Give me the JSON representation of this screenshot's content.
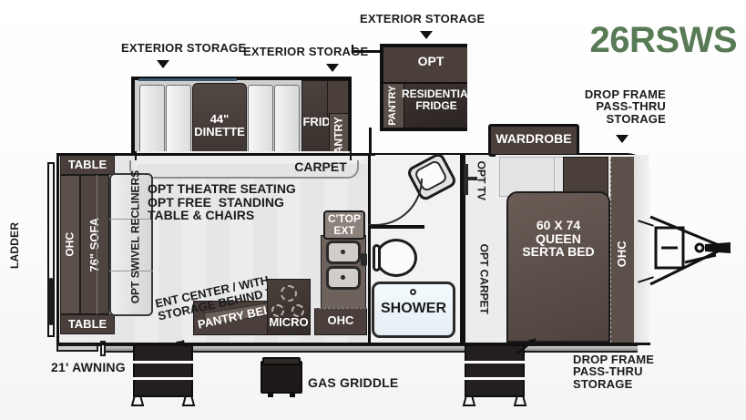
{
  "document": {
    "type": "rv-floorplan",
    "model_number": "26RSWS",
    "model_color": "#587a55"
  },
  "callouts": {
    "exterior_storage_1": "EXTERIOR STORAGE",
    "exterior_storage_2": "EXTERIOR STORAGE",
    "exterior_storage_3": "EXTERIOR STORAGE",
    "drop_frame_top": "DROP FRAME\nPASS-THRU\nSTORAGE",
    "drop_frame_bottom": "DROP FRAME\nPASS-THRU\nSTORAGE",
    "awning": "21' AWNING",
    "gas_griddle": "GAS GRIDDLE",
    "ladder": "LADDER"
  },
  "rooms": {
    "dinette": "44\"\nDINETTE",
    "fridge": "FRIDGE",
    "pantry_side": "PANTRY",
    "carpet": "CARPET",
    "opt_residential": "OPT",
    "pantry_top": "PANTRY",
    "residential_fridge": "RESIDENTIAL\nFRIDGE",
    "wardrobe": "WARDROBE",
    "bed": "60 X 74\nQUEEN\nSERTA BED",
    "ohc_bed": "OHC",
    "ohc_left": "OHC",
    "ohc_kitchen": "OHC",
    "table_top": "TABLE",
    "table_bottom": "TABLE",
    "sofa": "76\" SOFA",
    "swivel_recliners": "OPT SWIVEL RECLINERS",
    "theatre_seating": "OPT THEATRE SEATING\nOPT FREE  STANDING\nTABLE & CHAIRS",
    "ent_center": "ENT CENTER / WITH\nSTORAGE BEHIND TV",
    "pantry_below": "PANTRY BELOW",
    "micro": "MICRO",
    "ctop_ext": "C'TOP\nEXT",
    "shower": "SHOWER",
    "opt_tv": "OPT TV",
    "opt_carpet": "OPT CARPET"
  },
  "colors": {
    "cabinet_dark": "#4a3f3a",
    "cabinet_darker": "#2f2826",
    "outline": "#101010",
    "floor_light": "#ececec",
    "accent_green": "#587a55"
  }
}
